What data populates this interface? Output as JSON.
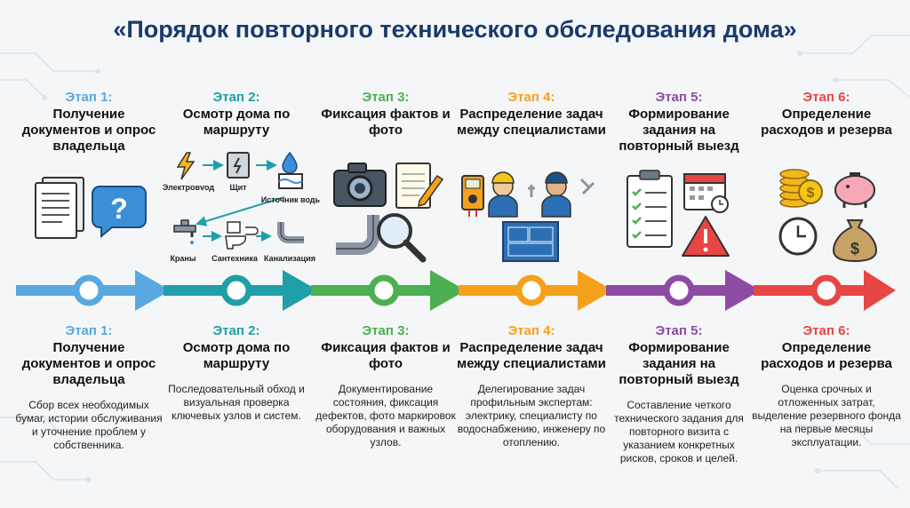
{
  "title": "«Порядок повторного технического обследования дома»",
  "colors": {
    "title": "#1a3a6b",
    "stages": [
      "#5aa8e0",
      "#1f9fa8",
      "#4caf50",
      "#f5a11c",
      "#8e4ba6",
      "#e84545"
    ]
  },
  "stages": [
    {
      "label": "Этап 1:",
      "top_heading": "Получение документов и опрос владельца",
      "bottom_heading": "Получение документов и опрос владельца",
      "description": "Сбор всех необходимых бумаг, истории обслуживания и уточнение проблем у собственника.",
      "icons": [
        "documents-icon",
        "question-bubble-icon"
      ]
    },
    {
      "label": "Этап 2:",
      "top_heading": "Осмотр дома по маршруту",
      "bottom_heading": "Осмотр дома по маршруту",
      "description": "Последовательный обход и визуальная проверка ключевых узлов и систем.",
      "route": [
        "Электровvод",
        "Щит",
        "Источник воды",
        "Краны",
        "Сантехника",
        "Канализация"
      ],
      "icons": [
        "lightning-icon",
        "panel-icon",
        "water-drop-icon",
        "tap-icon",
        "toilet-icon",
        "pipe-icon"
      ]
    },
    {
      "label": "Этап 3:",
      "top_heading": "Фиксация фактов и фото",
      "bottom_heading": "Фиксация фактов и фото",
      "description": "Документирование состояния, фиксация дефектов, фото маркировок оборудования и важных узлов.",
      "icons": [
        "camera-icon",
        "notepad-pencil-icon",
        "pipe-magnifier-icon"
      ]
    },
    {
      "label": "Этап 4:",
      "top_heading": "Распределение задач между специалистами",
      "bottom_heading": "Распределение задач между специалистами",
      "description": "Делегирование задач профильным экспертам: электрику, специалисту по водоснабжению, инженеру по отоплению.",
      "icons": [
        "multimeter-icon",
        "worker-icon",
        "blueprint-icon"
      ]
    },
    {
      "label": "Этап 5:",
      "top_heading": "Формирование задания на повторный выезд",
      "bottom_heading": "Формирование задания на повторный выезд",
      "description": "Составление четкого технического задания для повторного визита с указанием конкретных рисков, сроков и целей.",
      "icons": [
        "checklist-icon",
        "calendar-icon",
        "warning-icon"
      ]
    },
    {
      "label": "Этап 6:",
      "top_heading": "Определение расходов и резерва",
      "bottom_heading": "Определение расходов и резерва",
      "description": "Оценка срочных и отложенных затрат, выделение резервного фонда на первые месяцы эксплуатации.",
      "icons": [
        "coins-icon",
        "piggy-bank-icon",
        "clock-icon",
        "money-bag-icon"
      ]
    }
  ]
}
